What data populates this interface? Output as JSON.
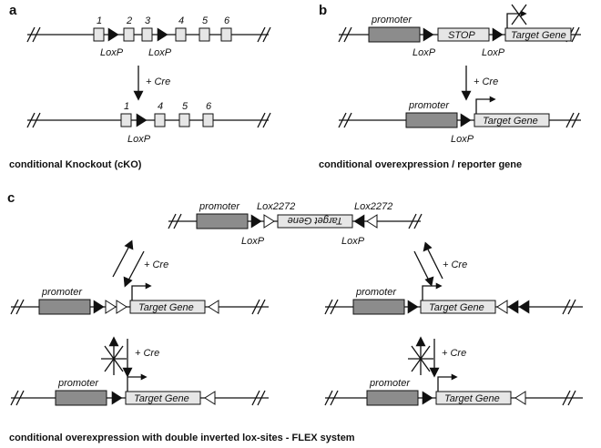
{
  "panels": {
    "a": "a",
    "b": "b",
    "c": "c"
  },
  "labels": {
    "loxp": "LoxP",
    "lox2272": "Lox2272",
    "cre": "+ Cre",
    "promoter": "promoter",
    "stop": "STOP",
    "target": "Target Gene"
  },
  "exons": {
    "a_top": [
      "1",
      "2",
      "3",
      "4",
      "5",
      "6"
    ],
    "a_bottom": [
      "1",
      "4",
      "5",
      "6"
    ]
  },
  "captions": {
    "a": "conditional Knockout (cKO)",
    "b": "conditional overexpression / reporter gene",
    "c": "conditional overexpression with double inverted lox-sites - FLEX system"
  }
}
